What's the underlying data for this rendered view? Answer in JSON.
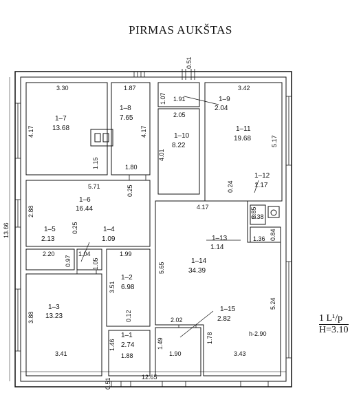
{
  "title": "PIRMAS AUKŠTAS",
  "legend": {
    "line1": "1 L¹/p",
    "line2": "H=3.10"
  },
  "rooms": [
    {
      "id": "1–7",
      "area": "13.68"
    },
    {
      "id": "1–8",
      "area": "7.65"
    },
    {
      "id": "1–9",
      "area": "2.04"
    },
    {
      "id": "1–10",
      "area": "8.22"
    },
    {
      "id": "1–11",
      "area": "19.68"
    },
    {
      "id": "1–12",
      "area": "1.17"
    },
    {
      "id": "1–6",
      "area": "16.44"
    },
    {
      "id": "1–5",
      "area": "2.13"
    },
    {
      "id": "1–4",
      "area": "1.09"
    },
    {
      "id": "1–13",
      "area": "1.14"
    },
    {
      "id": "1–14",
      "area": "34.39"
    },
    {
      "id": "1–2",
      "area": "6.98"
    },
    {
      "id": "1–3",
      "area": "13.23"
    },
    {
      "id": "1–15",
      "area": "2.82"
    },
    {
      "id": "1–1",
      "area": "2.74"
    }
  ],
  "dims": {
    "d3_30": "3.30",
    "d1_87": "1.87",
    "d0_51a": "0.51",
    "d1_07": "1.07",
    "d1_91": "1.91",
    "d3_42": "3.42",
    "d2_05": "2.05",
    "d4_17a": "4.17",
    "d4_17b": "4.17",
    "d1_15": "1.15",
    "d1_80": "1.80",
    "d4_01": "4.01",
    "d5_17": "5.17",
    "d5_71": "5.71",
    "d0_25a": "0.25",
    "d0_24": "0.24",
    "d4_17c": "4.17",
    "d2_85": "2.85",
    "d2_38": "2.38",
    "d13_66": "13.66",
    "d2_88": "2.88",
    "d0_25b": "0.25",
    "d1_36": "1.36",
    "d0_84": "0.84",
    "d2_20": "2.20",
    "d0_97": "0.97",
    "d1_04": "1.04",
    "d1_05": "1.05",
    "d1_99": "1.99",
    "d5_65": "5.65",
    "d3_51": "3.51",
    "d3_88": "3.88",
    "d0_12": "0.12",
    "d5_24": "5.24",
    "d2_02": "2.02",
    "d1_78": "1.78",
    "h2_90": "h-2.90",
    "d1_46": "1.46",
    "d1_49": "1.49",
    "d1_88": "1.88",
    "d1_90": "1.90",
    "d3_41": "3.41",
    "d3_43": "3.43",
    "d12_65": "12.65",
    "d0_51b": "0.51"
  }
}
